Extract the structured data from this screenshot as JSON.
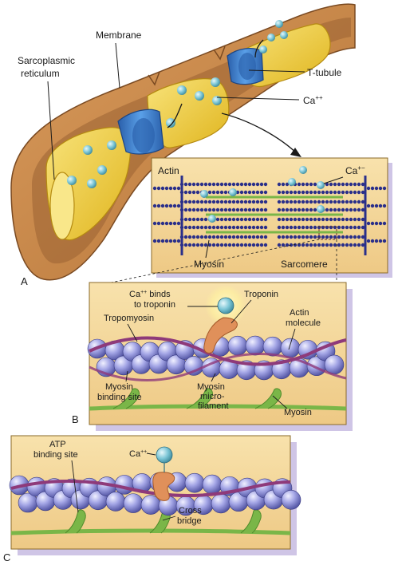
{
  "panel_a": {
    "letter": "A",
    "labels": {
      "membrane": "Membrane",
      "sarcoplasmic_1": "Sarcoplasmic",
      "sarcoplasmic_2": "reticulum",
      "t_tubule": "T-tubule",
      "ca_base": "Ca",
      "ca_sup": "++"
    }
  },
  "inset_sarcomere": {
    "actin": "Actin",
    "ca_base": "Ca",
    "ca_sup": "+−",
    "myosin": "Myosin",
    "sarcomere": "Sarcomere"
  },
  "panel_b": {
    "letter": "B",
    "labels": {
      "ca_binds_base": "Ca",
      "ca_binds_sup": "++",
      "ca_binds_rest": " binds",
      "to_troponin": "to troponin",
      "troponin": "Troponin",
      "actin_1": "Actin",
      "actin_2": "molecule",
      "tropomyosin": "Tropomyosin",
      "mbs_1": "Myosin",
      "mbs_2": "binding site",
      "myo_micro_1": "Myosin",
      "myo_micro_2": "micro-",
      "myo_micro_3": "filament",
      "myosin": "Myosin"
    }
  },
  "panel_c": {
    "letter": "C",
    "labels": {
      "atp_1": "ATP",
      "atp_2": "binding site",
      "ca_base": "Ca",
      "ca_sup": "++",
      "cross_1": "Cross",
      "cross_2": "bridge"
    }
  },
  "colors": {
    "sheath": "#c98a4e",
    "sheath_dark": "#8f5a2c",
    "sr_yellow": "#f2d23a",
    "t_tubule_blue": "#3d7fd0",
    "calcium": "#7cc6d6",
    "inset_bg": "#f6dca2",
    "actin_bead": "#8d8fd8",
    "tropomyosin": "#8e3a7a",
    "troponin": "#e0905a",
    "myosin_green": "#7ab648",
    "panel_shadow": "#c8bde0"
  }
}
